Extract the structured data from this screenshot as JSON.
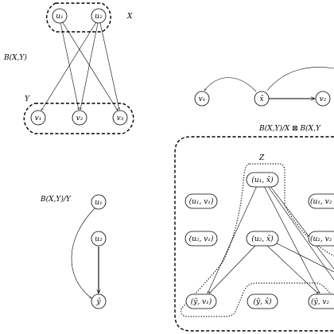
{
  "top_left": {
    "label_x": "X",
    "label_y": "Y",
    "label_bxy": "B(X,Y)",
    "nodes": {
      "u1": "u₁",
      "u2": "u₂",
      "v1": "v₁",
      "v2": "v₂",
      "v3": "v₃"
    }
  },
  "top_right": {
    "label_product": "B(X,Y)/X ⊠ B(X,Y",
    "nodes": {
      "v1": "v₁",
      "xhat": "x̂",
      "v2": "v₂"
    }
  },
  "bottom_left": {
    "label_bxy_y": "B(X,Y)/Y",
    "nodes": {
      "u1": "u₁",
      "u2": "u₂",
      "yhat": "ŷ"
    }
  },
  "bottom_right": {
    "label_z": "Z",
    "nodes": {
      "u1v1": "(u₁, v₁)",
      "u1x": "(u₁, x̂)",
      "u1v2": "(u₁, v₂",
      "u2v1": "(u₂, v₁)",
      "u2x": "(u₂, x̂)",
      "u2v2": "(u₂, v₂",
      "yv1": "(ŷ, v₁)",
      "yx": "(ŷ, x̂)",
      "yv2": "(ŷ, v₂"
    }
  },
  "colors": {
    "stroke": "#000000",
    "background": "#ffffff"
  }
}
